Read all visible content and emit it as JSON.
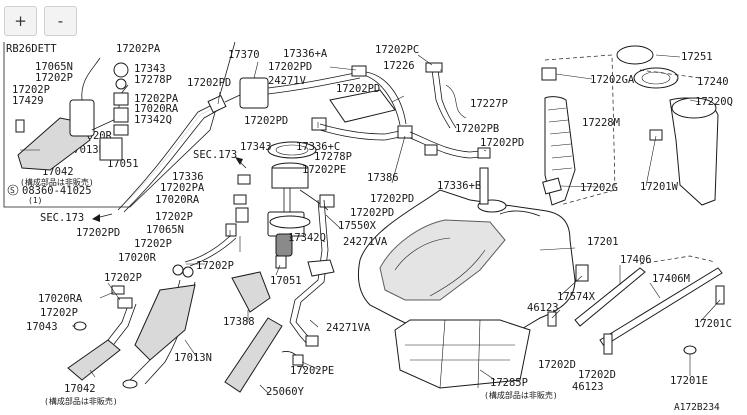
{
  "controls": {
    "zoom_in": "+",
    "zoom_out": "-"
  },
  "inset": {
    "title": "RB26DETT",
    "labels": [
      "17202PA",
      "17065N",
      "17202P",
      "17343",
      "17278P",
      "17202P",
      "17202PA",
      "17429",
      "17020RA",
      "17342Q",
      "17020R",
      "17013N",
      "17051",
      "17042"
    ],
    "note": "(構成部品は非販売)",
    "screw": "08360-41025",
    "screw_qty": "(1)"
  },
  "labels": {
    "l17370": "17370",
    "l17336A": "17336+A",
    "l17202PC": "17202PC",
    "l17202PD_a": "17202PD",
    "l17202PD_b": "17202PD",
    "l17202PD_c": "17202PD",
    "l17202PD_d": "17202PD",
    "l17202PD_e": "17202PD",
    "l17202PD_f": "17202PD",
    "l17202PD_g": "17202PD",
    "l17202PD_h": "17202PD",
    "l24271V": "24271V",
    "l17226": "17226",
    "l17227P": "17227P",
    "l17202PB": "17202PB",
    "l17343": "17343",
    "l17336C": "17336+C",
    "l17278P": "17278P",
    "l17202PE_a": "17202PE",
    "l17202PE_b": "17202PE",
    "l17386": "17386",
    "l17336B": "17336+B",
    "l17550X": "17550X",
    "l24271VA_a": "24271VA",
    "l24271VA_b": "24271VA",
    "l17342Q": "17342Q",
    "l17051": "17051",
    "l17388": "17388",
    "l25060Y": "25060Y",
    "lSEC173_a": "SEC.173",
    "lSEC173_b": "SEC.173",
    "l17336": "17336",
    "l17202PA": "17202PA",
    "l17020RA": "17020RA",
    "l17202P_a": "17202P",
    "l17065N": "17065N",
    "l17202P_b": "17202P",
    "l17020R": "17020R",
    "l17202P_c": "17202P",
    "l17202P_d": "17202P",
    "l17020RA_b": "17020RA",
    "l17202P_e": "17202P",
    "l17043": "17043",
    "l17042": "17042",
    "l17042_note": "(構成部品は非販売)",
    "l17013N": "17013N",
    "l17251": "17251",
    "l17202GA": "17202GA",
    "l17240": "17240",
    "l17220Q": "17220Q",
    "l17228M": "17228M",
    "l17201W": "17201W",
    "l17202G": "17202G",
    "l17201": "17201",
    "l17406": "17406",
    "l17406M": "17406M",
    "l17574X": "17574X",
    "l46123_a": "46123",
    "l46123_b": "46123",
    "l17202D_a": "17202D",
    "l17202D_b": "17202D",
    "l17201C": "17201C",
    "l17201E": "17201E",
    "l17285P": "17285P",
    "l17285P_note": "(構成部品は非販売)",
    "drawing_no": "A172B234"
  }
}
